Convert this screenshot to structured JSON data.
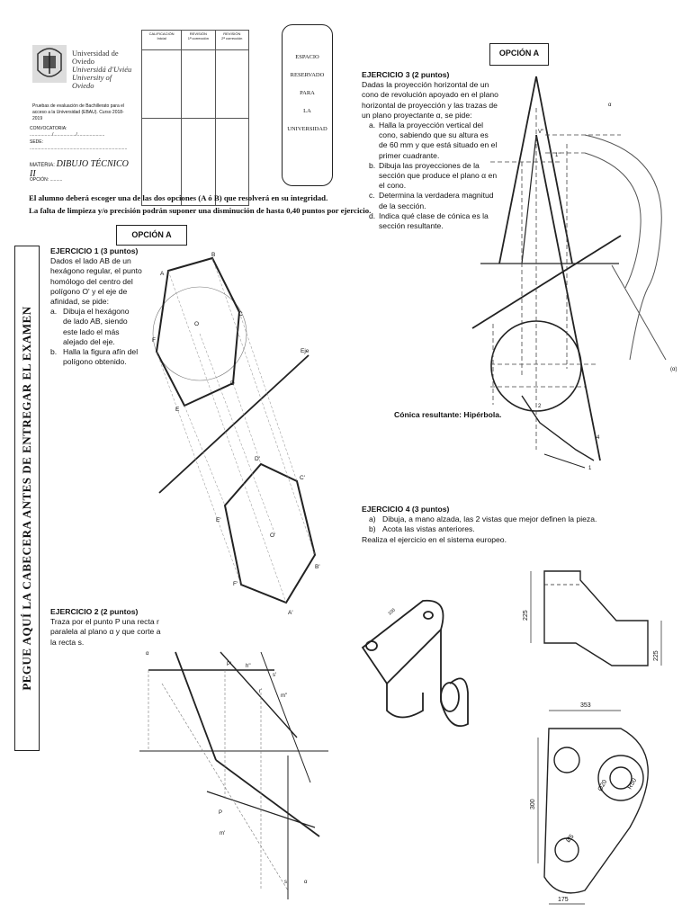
{
  "header": {
    "uni": [
      "Universidad de Oviedo",
      "Universidá d'Uviéu",
      "University of Oviedo"
    ],
    "pruebas": "Pruebas de evaluación de Bachillerato para el acceso a la Universidad (EBAU). Curso 2018-2019",
    "convocatoria": "CONVOCATORIA: ................../................../......................",
    "sede": "SEDE: ..............................................................................",
    "materia_label": "MATERIA:",
    "materia": "DIBUJO TÉCNICO II",
    "opcion": "OPCIÓN: ..........",
    "grades": [
      {
        "t": "CALIFICACIÓN",
        "s": "Inicial"
      },
      {
        "t": "REVISIÓN",
        "s": "1ª corrección"
      },
      {
        "t": "REVISIÓN",
        "s": "2ª corrección"
      }
    ],
    "space": [
      "ESPACIO",
      "RESERVADO",
      "PARA",
      "LA",
      "UNIVERSIDAD"
    ],
    "notice1": "El alumno deberá escoger una de las dos opciones (A ó B) que resolverá en su integridad.",
    "notice2": "La falta de limpieza y/o precisión podrán suponer una disminución de hasta 0,40 puntos por ejercicio."
  },
  "sidebar": "PEGUE AQUÍ LA CABECERA ANTES DE ENTREGAR EL EXAMEN",
  "option_a": "OPCIÓN A",
  "ex1": {
    "title": "EJERCICIO 1 (3 puntos)",
    "intro": [
      "Dados el lado AB de un",
      "hexágono regular, el punto",
      "homólogo del centro del",
      "polígono O' y el eje de",
      "afinidad, se pide:"
    ],
    "a_mark": "a.",
    "a": [
      "Dibuja el hexágono",
      "de lado AB, siendo",
      "este lado el más",
      "alejado del eje."
    ],
    "b_mark": "b.",
    "b": [
      "Halla la figura afín del",
      "polígono obtenido."
    ]
  },
  "ex2": {
    "title": "EJERCICIO 2 (2 puntos)",
    "lines": [
      "Traza por el punto P una recta r",
      "paralela al plano α y que corte a",
      "la recta s."
    ]
  },
  "ex3": {
    "title": "EJERCICIO 3 (2 puntos)",
    "intro": [
      "Dadas la proyección horizontal de un",
      "cono de revolución apoyado en el plano",
      "horizontal de proyección y las trazas de",
      "un plano proyectante α, se pide:"
    ],
    "items": [
      {
        "m": "a.",
        "l": [
          "Halla la proyección vertical del",
          "cono, sabiendo que su altura es",
          "de 60 mm y que está situado en el",
          "primer cuadrante."
        ]
      },
      {
        "m": "b.",
        "l": [
          "Dibuja las proyecciones de la",
          "sección que produce el plano α en",
          "el cono."
        ]
      },
      {
        "m": "c.",
        "l": [
          "Determina la verdadera magnitud",
          "de la sección."
        ]
      },
      {
        "m": "d.",
        "l": [
          "Indica qué clase de cónica es la",
          "sección resultante."
        ]
      }
    ],
    "result": "Cónica resultante: Hipérbola."
  },
  "ex4": {
    "title": "EJERCICIO 4 (3 puntos)",
    "a_mark": "a)",
    "a": "Dibuja, a mano alzada, las 2 vistas que mejor definen la pieza.",
    "b_mark": "b)",
    "b": "Acota las vistas anteriores.",
    "c": "Realiza el ejercicio en el sistema europeo."
  },
  "labels": {
    "hex": [
      "A",
      "B",
      "C",
      "D",
      "E",
      "F",
      "O",
      "Eje"
    ],
    "hex2": [
      "O'",
      "C'",
      "D'",
      "E'",
      "B'",
      "F'",
      "A'"
    ],
    "e2": [
      "α",
      "P'",
      "h''",
      "s'",
      "m''",
      "r'",
      "P",
      "m'",
      "s",
      "α"
    ],
    "e3": [
      "V''",
      "1''",
      "α",
      "(α)",
      "4",
      "2",
      "1"
    ],
    "iso": "100",
    "dims": [
      "225",
      "225",
      "353",
      "300",
      "Ø20",
      "R50",
      "Ø5",
      "175"
    ]
  }
}
